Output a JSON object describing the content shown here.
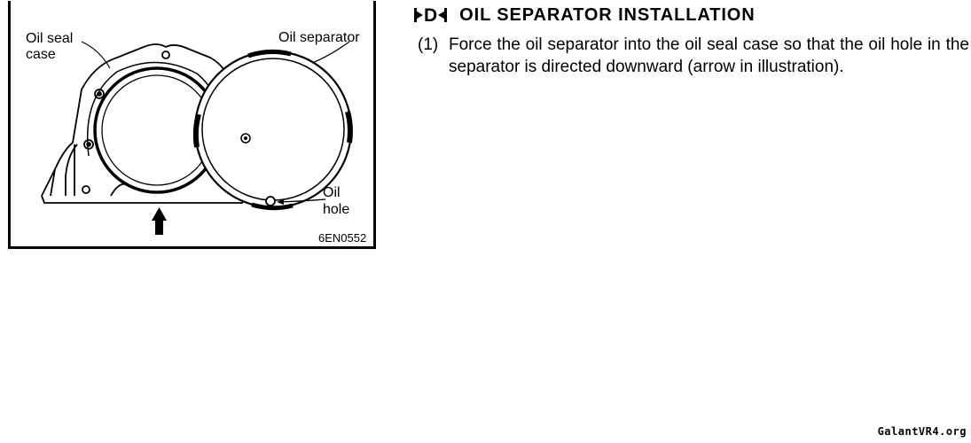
{
  "figure": {
    "labels": {
      "oil_seal_case_line1": "Oil seal",
      "oil_seal_case_line2": "case",
      "oil_separator": "Oil  separator",
      "oil_hole_line1": "Oil",
      "oil_hole_line2": "hole"
    },
    "figure_code": "6EN0552"
  },
  "section": {
    "marker_letter": "D",
    "title": "OIL  SEPARATOR  INSTALLATION"
  },
  "step": {
    "number": "(1)",
    "text": "Force the oil separator into the oil seal case so that the oil hole in the separator is directed downward (arrow in illustration)."
  },
  "watermark": "GalantVR4.org"
}
